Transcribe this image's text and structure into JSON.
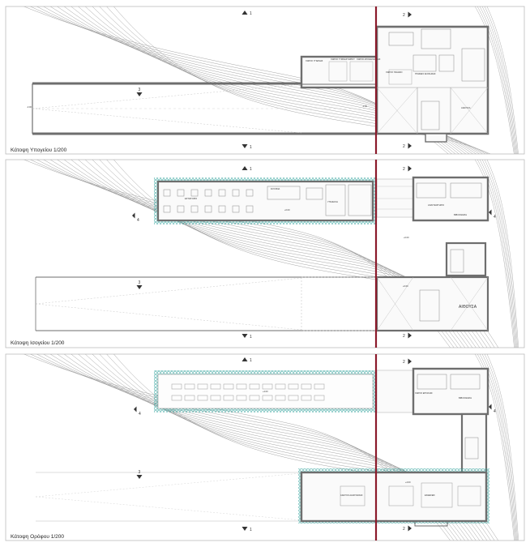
{
  "sheet": {
    "accent_color": "#8b1a2b",
    "wall_color": "#6e6e6e",
    "hedge_color": "#3aa6a0",
    "contour_color": "#9a9a9a"
  },
  "plans": [
    {
      "title": "Κάτοψη Υπογείου 1/200",
      "section_markers": [
        {
          "label": "1",
          "pos": "top"
        },
        {
          "label": "2",
          "pos": "top-right"
        },
        {
          "label": "3",
          "pos": "left"
        },
        {
          "label": "1",
          "pos": "bottom"
        },
        {
          "label": "2",
          "pos": "bottom-right"
        }
      ],
      "rooms": [
        {
          "id": "room-a",
          "label": "ΧΩΡΟΣ ΥΓΙΕΙΝΗΣ"
        },
        {
          "id": "room-b",
          "label": "ΧΩΡΟΣ ΓΥΜΝΑΣΤΗΡΙΟΥ"
        },
        {
          "id": "room-c",
          "label": "ΧΩΡΟΣ ΑΠΟΘΗΚΕΥΣΗΣ"
        },
        {
          "id": "room-d",
          "label": "ΧΩΡΟΣ ΠΑΙΔΙΩΝ"
        },
        {
          "id": "room-e",
          "label": "ΓΡΑΦΕΙΟ ΔΙΟΙΚΗΣΗΣ"
        },
        {
          "id": "room-f",
          "label": "ΑΙΘΟΥΣΑ"
        }
      ],
      "levels": [
        "-3.00",
        "-3.00"
      ]
    },
    {
      "title": "Κάτοψη Ισογείου 1/200",
      "section_markers": [
        {
          "label": "1",
          "pos": "top"
        },
        {
          "label": "2",
          "pos": "top-right"
        },
        {
          "label": "3",
          "pos": "left"
        },
        {
          "label": "4",
          "pos": "left-upper"
        },
        {
          "label": "4",
          "pos": "right-upper"
        },
        {
          "label": "1",
          "pos": "bottom"
        },
        {
          "label": "2",
          "pos": "bottom-right"
        }
      ],
      "rooms": [
        {
          "id": "room-a",
          "label": "ΕΣΤΙΑΤΟΡΙΟ"
        },
        {
          "id": "room-b",
          "label": "ΚΟΥΖΙΝΑ"
        },
        {
          "id": "room-c",
          "label": "ΥΠΟΔΟΧΗ"
        },
        {
          "id": "room-d",
          "label": "ΑΝΑΓΝΩΣΤΗΡΙΟ"
        },
        {
          "id": "room-e",
          "label": "ΒΙΒΛΙΟΘΗΚΗ"
        }
      ],
      "big_label": "ΑΙΘΟΥΣΑ",
      "levels": [
        "+0.00",
        "+0.00",
        "+0.00"
      ]
    },
    {
      "title": "Κάτοψη Ορόφου 1/200",
      "section_markers": [
        {
          "label": "1",
          "pos": "top"
        },
        {
          "label": "2",
          "pos": "top-right"
        },
        {
          "label": "3",
          "pos": "left"
        },
        {
          "label": "4",
          "pos": "left-upper"
        },
        {
          "label": "4",
          "pos": "right-upper"
        },
        {
          "label": "1",
          "pos": "bottom"
        },
        {
          "label": "2",
          "pos": "bottom-right"
        }
      ],
      "rooms": [
        {
          "id": "room-a",
          "label": "ΧΩΡΟΣ ΕΡΓΑΣΙΑΣ"
        },
        {
          "id": "room-b",
          "label": "ΒΙΒΛΙΟΘΗΚΗ"
        },
        {
          "id": "room-c",
          "label": "ΑΙΘΟΥΣΑ ΑΝΑΓΝΩΣΗΣ"
        },
        {
          "id": "room-d",
          "label": "ΕΚΘΕΣΕΙΣ"
        }
      ],
      "levels": [
        "+4.00",
        "+4.00"
      ]
    }
  ]
}
